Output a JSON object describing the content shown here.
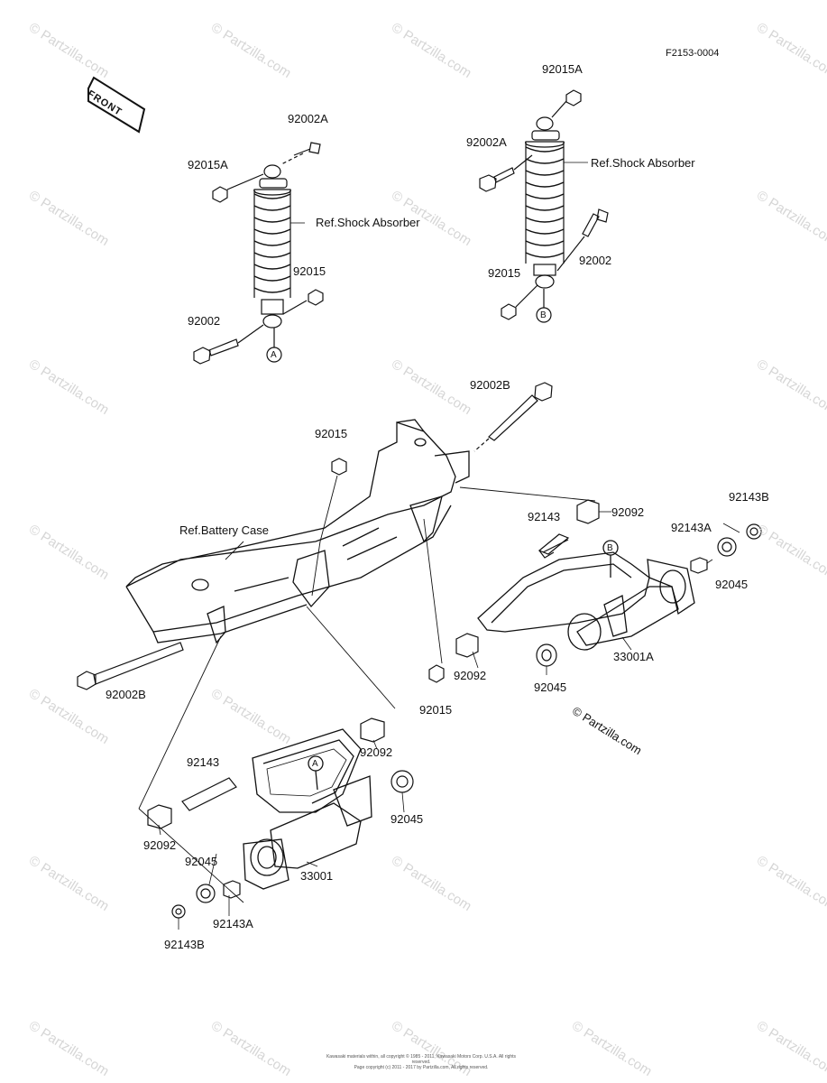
{
  "figure_id": "F2153-0004",
  "front_label": "FRONT",
  "watermark": "© Partzilla.com",
  "copyright_overlay": "© Partzilla.com",
  "footer_lines": [
    "Kawasaki materials within, all copyright © 1985 - 2011, Kawasaki Motors Corp. U.S.A. All rights reserved.",
    "Page copyright (c) 2011 - 2017 by Partzilla.com, All rights reserved."
  ],
  "labels": {
    "p92015A_left": "92015A",
    "p92002A_left": "92002A",
    "ref_shock_left": "Ref.Shock Absorber",
    "p92015_left": "92015",
    "p92002_left": "92002",
    "mark_A_top": "A",
    "p92015A_right": "92015A",
    "p92002A_right": "92002A",
    "ref_shock_right": "Ref.Shock Absorber",
    "p92015_right": "92015",
    "p92002_right": "92002",
    "mark_B_top": "B",
    "p92002B_top": "92002B",
    "p92015_mid": "92015",
    "ref_battery": "Ref.Battery Case",
    "p92002B_left": "92002B",
    "p92015_lower": "92015",
    "p92143_right": "92143",
    "p92092_right_top": "92092",
    "p92143B_right": "92143B",
    "p92143A_right": "92143A",
    "mark_B_mid": "B",
    "p92045_right": "92045",
    "p92092_right_low": "92092",
    "p33001A": "33001A",
    "p92045_right_low": "92045",
    "mark_A_lower": "A",
    "p92092_lower_top": "92092",
    "p92143_lower": "92143",
    "p92045_lower": "92045",
    "p92092_lower_left": "92092",
    "p92045_lower_left": "92045",
    "p33001": "33001",
    "p92143A_lower": "92143A",
    "p92143B_lower": "92143B"
  }
}
